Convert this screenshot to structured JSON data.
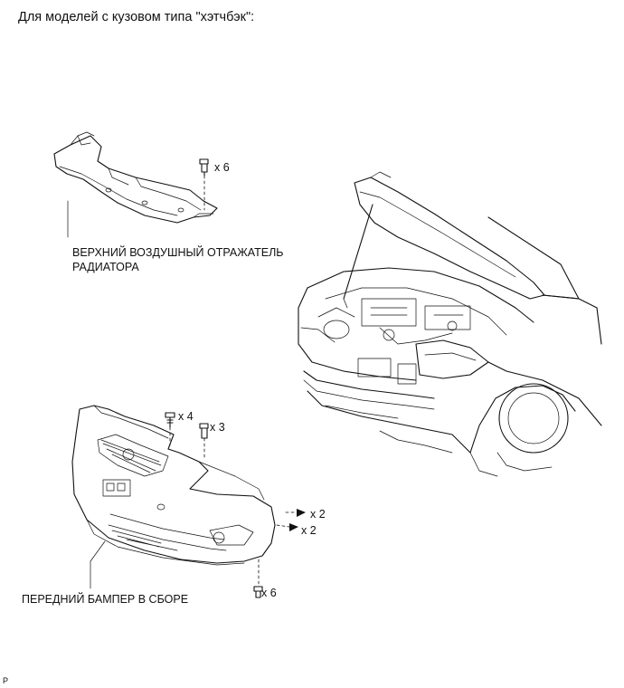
{
  "heading": "Для моделей с кузовом типа \"хэтчбэк\":",
  "labels": {
    "upper_deflector": "ВЕРХНИЙ ВОЗДУШНЫЙ ОТРАЖАТЕЛЬ РАДИАТОРА",
    "front_bumper": "ПЕРЕДНИЙ БАМПЕР В СБОРЕ"
  },
  "quantities": {
    "deflector_clips": "x 6",
    "bumper_bolts_top": "x 4",
    "bumper_clips_top": "x 3",
    "side_screws": "x 2",
    "side_clips": "x 2",
    "bottom_clips": "x 6"
  },
  "footer_code": "P",
  "icons": [
    "clip-icon",
    "bolt-icon",
    "screw-icon"
  ]
}
